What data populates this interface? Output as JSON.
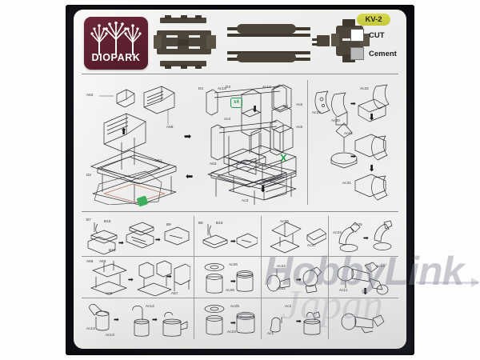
{
  "document": {
    "kind": "model-kit-instruction-sheet",
    "brand": "DIOPARK",
    "kit_code": "KV-2"
  },
  "header": {
    "logo_text": "DIOPARK",
    "badge": "KV-2",
    "legend": [
      {
        "label": "CUT",
        "swatch": "white",
        "color": "#ffffff"
      },
      {
        "label": "Cement",
        "swatch": "gray",
        "color": "#b9b9b9"
      }
    ]
  },
  "colors": {
    "frame": "#15161c",
    "sheet": "#efefee",
    "logo_maroon": "#5d2030",
    "badge_yellow": "#d8d94a",
    "sprue_brown": "#4e453a",
    "green_marker": "#1f9d4d",
    "rule": "#9a9a9a"
  },
  "watermark": {
    "line1": "HobbyLink",
    "line2": "Japan"
  },
  "main_panel": {
    "left_steps": {
      "labels": [
        "A62",
        "A68",
        "A61",
        "D2"
      ]
    },
    "mid_steps": {
      "labels": [
        "D4",
        "D3",
        "D4",
        "A63"
      ]
    },
    "cabinet_steps": {
      "labels": [
        "Ac15",
        "Ac4",
        "Ac10",
        "Ac5",
        "Ac6",
        "Ac3"
      ],
      "markers": [
        "x4",
        "X"
      ]
    },
    "right_steps": {
      "labels": [
        "Ac29",
        "Ac30",
        "Ac32",
        "Ac62",
        "Ac31",
        "Ac21"
      ]
    }
  },
  "sub_panels": [
    {
      "row": 1,
      "cells": [
        {
          "id": "r1c1",
          "labels": [
            "B7",
            "B15",
            "B10",
            "B9"
          ]
        },
        {
          "id": "r1c2",
          "labels": [
            "B8",
            "B15"
          ]
        },
        {
          "id": "r1c3",
          "labels": [
            "Ac36",
            "Ac37"
          ]
        },
        {
          "id": "r1c4",
          "labels": [
            "Ac34",
            "Ac35"
          ]
        }
      ]
    },
    {
      "row": 2,
      "cells": [
        {
          "id": "r2c1",
          "labels": [
            "A68",
            "A69",
            "A68",
            "A67"
          ]
        },
        {
          "id": "r2c2",
          "labels": [
            "Ac26",
            "Ac28"
          ]
        },
        {
          "id": "r2c3",
          "labels": [
            "Ac22",
            "Ac21"
          ]
        },
        {
          "id": "r2c4",
          "labels": [
            "Ac11",
            "Ac19"
          ]
        }
      ]
    },
    {
      "row": 3,
      "cells": [
        {
          "id": "r3c1",
          "labels": [
            "Ac14",
            "Ac13",
            "Ac12"
          ]
        },
        {
          "id": "r3c2",
          "labels": [
            "Ac25",
            "Ac24"
          ]
        },
        {
          "id": "r3c3",
          "labels": [
            "Ac2",
            "Ac1"
          ]
        },
        {
          "id": "r3c4",
          "labels": []
        }
      ]
    }
  ],
  "sprue_parts": {
    "description": "Dark brown tank hull, track-run and turret part silhouettes across the header"
  }
}
